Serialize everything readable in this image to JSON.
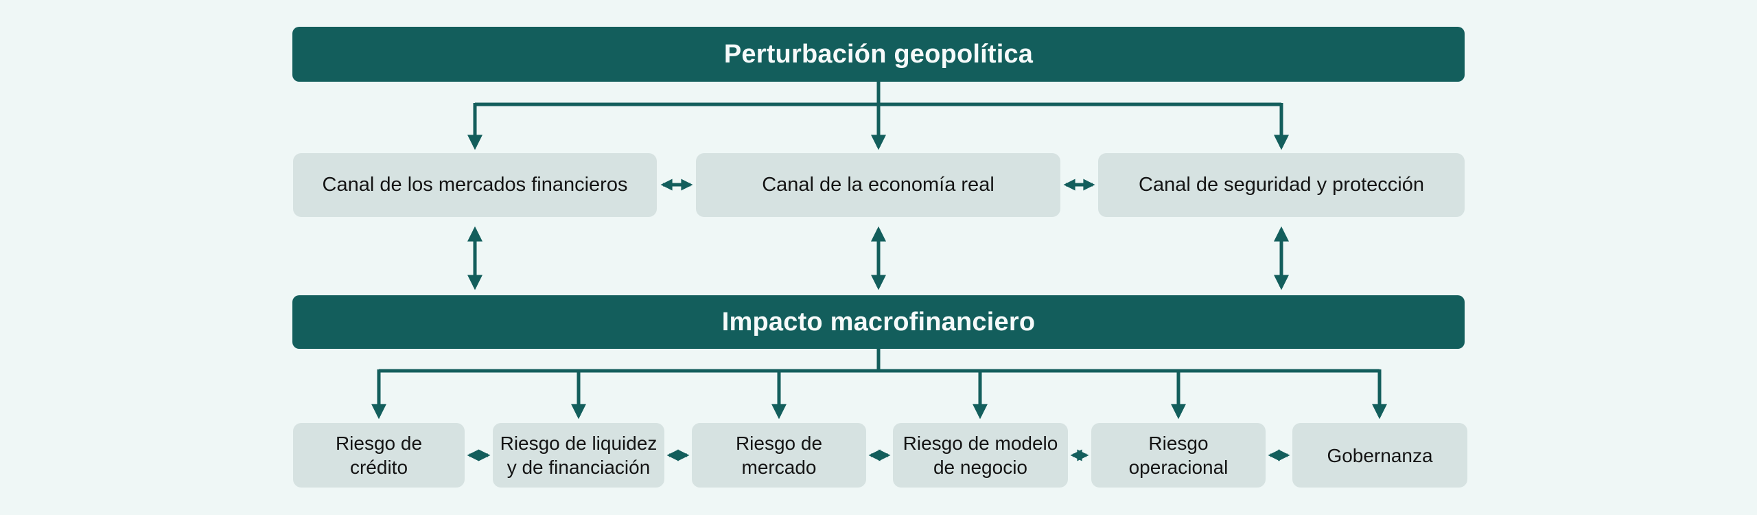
{
  "diagram": {
    "top_bar": {
      "label": "Perturbación geopolítica"
    },
    "impact_bar": {
      "label": "Impacto macrofinanciero"
    },
    "channels": [
      {
        "label": "Canal de los mercados financieros"
      },
      {
        "label": "Canal de la economía real"
      },
      {
        "label": "Canal de seguridad y protección"
      }
    ],
    "risks": [
      {
        "label": "Riesgo de\ncrédito"
      },
      {
        "label": "Riesgo de liquidez\ny de financiación"
      },
      {
        "label": "Riesgo de\nmercado"
      },
      {
        "label": "Riesgo de modelo\nde negocio"
      },
      {
        "label": "Riesgo\noperacional"
      },
      {
        "label": "Gobernanza"
      }
    ],
    "colors": {
      "bar": "#135e5c",
      "box": "#d6e2e1",
      "background": "#eff7f6",
      "arrow": "#135e5c",
      "bar_text": "#f6fafa",
      "box_text": "#141414"
    }
  }
}
